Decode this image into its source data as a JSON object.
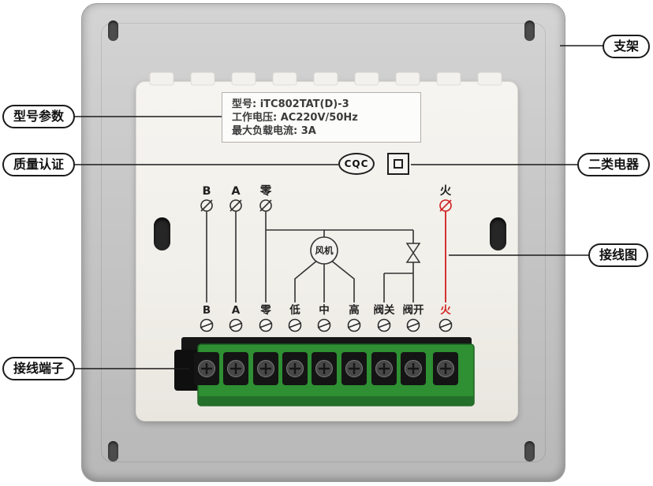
{
  "callouts": {
    "bracket": "支架",
    "model_params": "型号参数",
    "quality_cert": "质量认证",
    "class2_appliance": "二类电器",
    "wiring_diagram": "接线图",
    "terminal_block": "接线端子"
  },
  "nameplate": {
    "model": "型号: iTC802TAT(D)-3",
    "voltage": "工作电压: AC220V/50Hz",
    "max_load_current": "最大负载电流: 3A"
  },
  "marks": {
    "cqc": "CQC"
  },
  "wiring": {
    "top_terminals": [
      "B",
      "A",
      "零"
    ],
    "live_label": "火",
    "fan_label": "风机",
    "bottom_terminals": [
      "B",
      "A",
      "零",
      "低",
      "中",
      "高",
      "阀关",
      "阀开",
      "火"
    ]
  },
  "colors": {
    "live": "#d02020",
    "terminal_green": "#2e8f33"
  }
}
